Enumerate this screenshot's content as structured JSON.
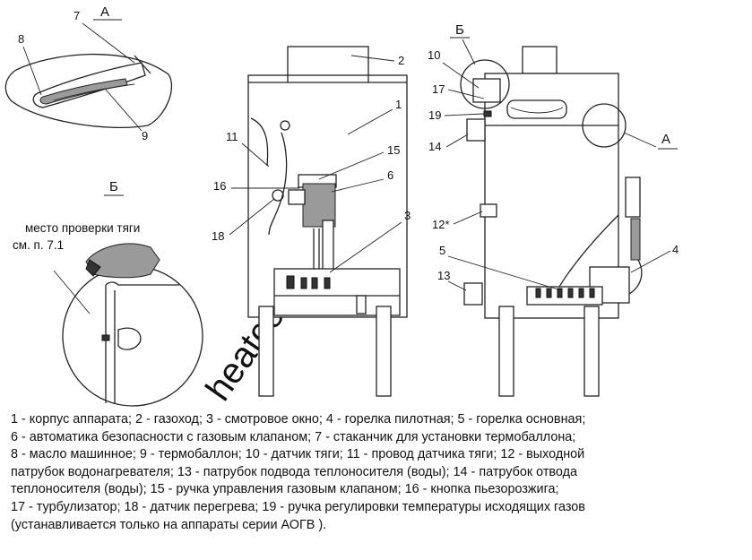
{
  "callouts": {
    "n1": "1",
    "n2": "2",
    "n3": "3",
    "n4": "4",
    "n5": "5",
    "n6": "6",
    "n7": "7",
    "n8": "8",
    "n9": "9",
    "n10": "10",
    "n11": "11",
    "n12": "12*",
    "n13": "13",
    "n14": "14",
    "n15": "15",
    "n16": "16",
    "n17": "17",
    "n18": "18",
    "n19": "19",
    "view_a": "А",
    "view_b": "Б"
  },
  "note": {
    "line1": "место проверки тяги",
    "line2": "см. п. 7.1"
  },
  "watermark": "heatcontent.ru",
  "legend": [
    "1 - корпус аппарата; 2 - газоход; 3 - смотровое окно; 4 - горелка пилотная; 5 - горелка основная;",
    "6 - автоматика безопасности с газовым клапаном; 7 - стаканчик для установки термобаллона;",
    "8 - масло машинное; 9 - термобаллон; 10 - датчик тяги; 11 - провод датчика тяги; 12 - выходной",
    "патрубок водонагревателя; 13 - патрубок подвода теплоносителя (воды); 14 - патрубок отвода",
    "теплоносителя (воды); 15 - ручка управления газовым клапаном; 16 - кнопка пьезорозжига;",
    "17 - турбулизатор; 18 - датчик перегрева; 19 - ручка регулировки температуры исходящих газов",
    "(устанавливается только на аппараты серии АОГВ )."
  ]
}
